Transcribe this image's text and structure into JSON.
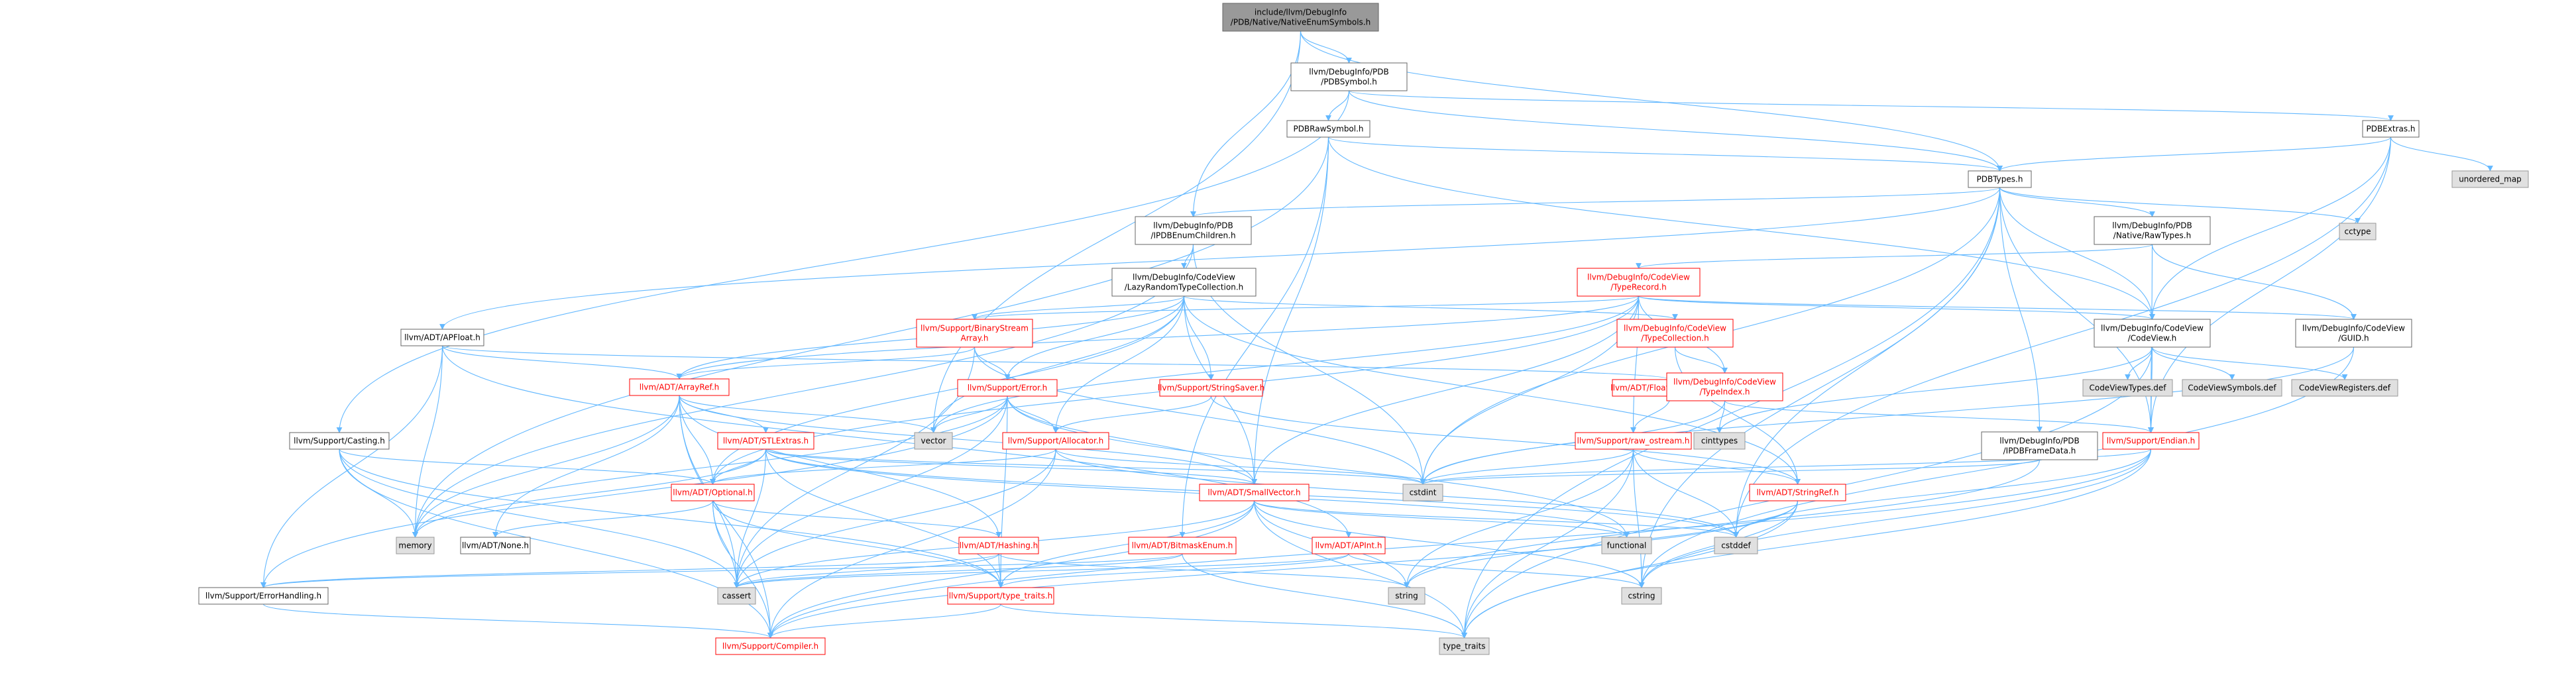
{
  "diagram": {
    "type": "include-dependency-graph",
    "colors": {
      "edge": "#63b8ff",
      "focus_fill": "#999999",
      "normal_fill": "#ffffff",
      "normal_stroke": "#666666",
      "external_fill": "#e0e0e0",
      "external_stroke": "#999999",
      "red_text": "#ff0000",
      "text": "#000000"
    },
    "nodes": [
      {
        "id": "n0",
        "lines": [
          "include/llvm/DebugInfo",
          "/PDB/Native/NativeEnumSymbols.h"
        ],
        "kind": "focus"
      },
      {
        "id": "n1",
        "lines": [
          "llvm/DebugInfo/PDB",
          "/PDBSymbol.h"
        ],
        "kind": "normal"
      },
      {
        "id": "n2",
        "lines": [
          "PDBExtras.h"
        ],
        "kind": "normal"
      },
      {
        "id": "n3",
        "lines": [
          "PDBRawSymbol.h"
        ],
        "kind": "normal"
      },
      {
        "id": "n4",
        "lines": [
          "PDBTypes.h"
        ],
        "kind": "normal"
      },
      {
        "id": "n5",
        "lines": [
          "unordered_map"
        ],
        "kind": "external"
      },
      {
        "id": "n6",
        "lines": [
          "cctype"
        ],
        "kind": "external"
      },
      {
        "id": "n7",
        "lines": [
          "llvm/DebugInfo/PDB",
          "/IPDBEnumChildren.h"
        ],
        "kind": "normal"
      },
      {
        "id": "n8",
        "lines": [
          "llvm/DebugInfo/PDB",
          "/Native/RawTypes.h"
        ],
        "kind": "normal"
      },
      {
        "id": "n9",
        "lines": [
          "llvm/DebugInfo/CodeView",
          "/TypeRecord.h"
        ],
        "kind": "red"
      },
      {
        "id": "n10",
        "lines": [
          "llvm/DebugInfo/CodeView",
          "/LazyRandomTypeCollection.h"
        ],
        "kind": "normal"
      },
      {
        "id": "n11",
        "lines": [
          "llvm/DebugInfo/CodeView",
          "/CodeView.h"
        ],
        "kind": "normal"
      },
      {
        "id": "n12",
        "lines": [
          "llvm/DebugInfo/CodeView",
          "/GUID.h"
        ],
        "kind": "normal"
      },
      {
        "id": "n13",
        "lines": [
          "llvm/ADT/APFloat.h"
        ],
        "kind": "normal"
      },
      {
        "id": "n14",
        "lines": [
          "llvm/Support/BinaryStream",
          "Array.h"
        ],
        "kind": "red"
      },
      {
        "id": "n15",
        "lines": [
          "llvm/DebugInfo/CodeView",
          "/TypeCollection.h"
        ],
        "kind": "red"
      },
      {
        "id": "n16",
        "lines": [
          "llvm/ADT/FloatingPointMode.h"
        ],
        "kind": "red"
      },
      {
        "id": "n17",
        "lines": [
          "llvm/DebugInfo/CodeView",
          "/TypeIndex.h"
        ],
        "kind": "red"
      },
      {
        "id": "n18",
        "lines": [
          "CodeViewTypes.def"
        ],
        "kind": "external"
      },
      {
        "id": "n19",
        "lines": [
          "CodeViewSymbols.def"
        ],
        "kind": "external"
      },
      {
        "id": "n20",
        "lines": [
          "CodeViewRegisters.def"
        ],
        "kind": "external"
      },
      {
        "id": "n21",
        "lines": [
          "llvm/ADT/ArrayRef.h"
        ],
        "kind": "red"
      },
      {
        "id": "n22",
        "lines": [
          "llvm/Support/Error.h"
        ],
        "kind": "red"
      },
      {
        "id": "n23",
        "lines": [
          "llvm/Support/StringSaver.h"
        ],
        "kind": "red"
      },
      {
        "id": "n24",
        "lines": [
          "llvm/Support/Casting.h"
        ],
        "kind": "normal"
      },
      {
        "id": "n25",
        "lines": [
          "llvm/ADT/STLExtras.h"
        ],
        "kind": "red"
      },
      {
        "id": "n26",
        "lines": [
          "vector"
        ],
        "kind": "external"
      },
      {
        "id": "n27",
        "lines": [
          "llvm/Support/Allocator.h"
        ],
        "kind": "red"
      },
      {
        "id": "n28",
        "lines": [
          "llvm/Support/raw_ostream.h"
        ],
        "kind": "red"
      },
      {
        "id": "n29",
        "lines": [
          "cinttypes"
        ],
        "kind": "external"
      },
      {
        "id": "n30",
        "lines": [
          "llvm/DebugInfo/PDB",
          "/IPDBFrameData.h"
        ],
        "kind": "normal"
      },
      {
        "id": "n31",
        "lines": [
          "llvm/Support/Endian.h"
        ],
        "kind": "red"
      },
      {
        "id": "n32",
        "lines": [
          "llvm/ADT/Optional.h"
        ],
        "kind": "red"
      },
      {
        "id": "n33",
        "lines": [
          "llvm/ADT/SmallVector.h"
        ],
        "kind": "red"
      },
      {
        "id": "n34",
        "lines": [
          "cstdint"
        ],
        "kind": "external"
      },
      {
        "id": "n35",
        "lines": [
          "llvm/ADT/StringRef.h"
        ],
        "kind": "red"
      },
      {
        "id": "n36",
        "lines": [
          "memory"
        ],
        "kind": "external"
      },
      {
        "id": "n37",
        "lines": [
          "llvm/ADT/None.h"
        ],
        "kind": "normal"
      },
      {
        "id": "n38",
        "lines": [
          "llvm/ADT/Hashing.h"
        ],
        "kind": "red"
      },
      {
        "id": "n39",
        "lines": [
          "llvm/ADT/BitmaskEnum.h"
        ],
        "kind": "red"
      },
      {
        "id": "n40",
        "lines": [
          "llvm/ADT/APInt.h"
        ],
        "kind": "red"
      },
      {
        "id": "n41",
        "lines": [
          "functional"
        ],
        "kind": "external"
      },
      {
        "id": "n42",
        "lines": [
          "cstddef"
        ],
        "kind": "external"
      },
      {
        "id": "n43",
        "lines": [
          "llvm/Support/ErrorHandling.h"
        ],
        "kind": "normal"
      },
      {
        "id": "n44",
        "lines": [
          "cassert"
        ],
        "kind": "external"
      },
      {
        "id": "n45",
        "lines": [
          "llvm/Support/type_traits.h"
        ],
        "kind": "red"
      },
      {
        "id": "n46",
        "lines": [
          "string"
        ],
        "kind": "external"
      },
      {
        "id": "n47",
        "lines": [
          "cstring"
        ],
        "kind": "external"
      },
      {
        "id": "n48",
        "lines": [
          "llvm/Support/Compiler.h"
        ],
        "kind": "red"
      },
      {
        "id": "n49",
        "lines": [
          "type_traits"
        ],
        "kind": "external"
      }
    ],
    "edges": [
      [
        "n0",
        "n1"
      ],
      [
        "n0",
        "n4"
      ],
      [
        "n0",
        "n7"
      ],
      [
        "n0",
        "n26"
      ],
      [
        "n1",
        "n2"
      ],
      [
        "n1",
        "n3"
      ],
      [
        "n1",
        "n4"
      ],
      [
        "n1",
        "n24"
      ],
      [
        "n2",
        "n4"
      ],
      [
        "n2",
        "n5"
      ],
      [
        "n2",
        "n11"
      ],
      [
        "n2",
        "n31"
      ],
      [
        "n2",
        "n42"
      ],
      [
        "n3",
        "n4"
      ],
      [
        "n3",
        "n11"
      ],
      [
        "n3",
        "n33"
      ],
      [
        "n3",
        "n39"
      ],
      [
        "n3",
        "n36"
      ],
      [
        "n4",
        "n6"
      ],
      [
        "n4",
        "n7"
      ],
      [
        "n4",
        "n8"
      ],
      [
        "n4",
        "n11"
      ],
      [
        "n4",
        "n13"
      ],
      [
        "n4",
        "n30"
      ],
      [
        "n4",
        "n31"
      ],
      [
        "n4",
        "n34"
      ],
      [
        "n4",
        "n42"
      ],
      [
        "n4",
        "n47"
      ],
      [
        "n4",
        "n49"
      ],
      [
        "n7",
        "n10"
      ],
      [
        "n7",
        "n34"
      ],
      [
        "n7",
        "n36"
      ],
      [
        "n8",
        "n9"
      ],
      [
        "n8",
        "n12"
      ],
      [
        "n8",
        "n31"
      ],
      [
        "n9",
        "n14"
      ],
      [
        "n9",
        "n11"
      ],
      [
        "n9",
        "n12"
      ],
      [
        "n9",
        "n17"
      ],
      [
        "n9",
        "n21"
      ],
      [
        "n9",
        "n32"
      ],
      [
        "n9",
        "n33"
      ],
      [
        "n9",
        "n34"
      ],
      [
        "n9",
        "n26"
      ],
      [
        "n9",
        "n28"
      ],
      [
        "n10",
        "n14"
      ],
      [
        "n10",
        "n15"
      ],
      [
        "n10",
        "n21"
      ],
      [
        "n10",
        "n22"
      ],
      [
        "n10",
        "n23"
      ],
      [
        "n10",
        "n27"
      ],
      [
        "n10",
        "n32"
      ],
      [
        "n10",
        "n33"
      ],
      [
        "n10",
        "n35"
      ],
      [
        "n10",
        "n26"
      ],
      [
        "n11",
        "n18"
      ],
      [
        "n11",
        "n19"
      ],
      [
        "n11",
        "n20"
      ],
      [
        "n11",
        "n29"
      ],
      [
        "n11",
        "n31"
      ],
      [
        "n11",
        "n49"
      ],
      [
        "n12",
        "n34"
      ],
      [
        "n12",
        "n47"
      ],
      [
        "n13",
        "n21"
      ],
      [
        "n13",
        "n16"
      ],
      [
        "n13",
        "n40"
      ],
      [
        "n13",
        "n43"
      ],
      [
        "n13",
        "n36"
      ],
      [
        "n14",
        "n21"
      ],
      [
        "n14",
        "n22"
      ],
      [
        "n14",
        "n44"
      ],
      [
        "n14",
        "n34"
      ],
      [
        "n15",
        "n17"
      ],
      [
        "n15",
        "n35"
      ],
      [
        "n16",
        "n28"
      ],
      [
        "n17",
        "n29"
      ],
      [
        "n17",
        "n31"
      ],
      [
        "n17",
        "n34"
      ],
      [
        "n21",
        "n25"
      ],
      [
        "n21",
        "n32"
      ],
      [
        "n21",
        "n33"
      ],
      [
        "n21",
        "n38"
      ],
      [
        "n21",
        "n37"
      ],
      [
        "n21",
        "n48"
      ],
      [
        "n21",
        "n26"
      ],
      [
        "n21",
        "n36"
      ],
      [
        "n21",
        "n44"
      ],
      [
        "n22",
        "n27"
      ],
      [
        "n22",
        "n33"
      ],
      [
        "n22",
        "n43"
      ],
      [
        "n22",
        "n45"
      ],
      [
        "n22",
        "n36"
      ],
      [
        "n22",
        "n26"
      ],
      [
        "n22",
        "n44"
      ],
      [
        "n22",
        "n41"
      ],
      [
        "n23",
        "n27"
      ],
      [
        "n23",
        "n35"
      ],
      [
        "n24",
        "n32"
      ],
      [
        "n24",
        "n45"
      ],
      [
        "n24",
        "n48"
      ],
      [
        "n24",
        "n36"
      ],
      [
        "n24",
        "n44"
      ],
      [
        "n25",
        "n32"
      ],
      [
        "n25",
        "n33"
      ],
      [
        "n25",
        "n45"
      ],
      [
        "n25",
        "n36"
      ],
      [
        "n25",
        "n44"
      ],
      [
        "n25",
        "n42"
      ],
      [
        "n25",
        "n34"
      ],
      [
        "n25",
        "n41"
      ],
      [
        "n27",
        "n32"
      ],
      [
        "n27",
        "n48"
      ],
      [
        "n27",
        "n44"
      ],
      [
        "n27",
        "n42"
      ],
      [
        "n27",
        "n34"
      ],
      [
        "n28",
        "n35"
      ],
      [
        "n28",
        "n46"
      ],
      [
        "n28",
        "n42"
      ],
      [
        "n28",
        "n49"
      ],
      [
        "n28",
        "n47"
      ],
      [
        "n28",
        "n34"
      ],
      [
        "n30",
        "n34"
      ],
      [
        "n30",
        "n46"
      ],
      [
        "n31",
        "n48"
      ],
      [
        "n31",
        "n34"
      ],
      [
        "n31",
        "n42"
      ],
      [
        "n31",
        "n49"
      ],
      [
        "n31",
        "n47"
      ],
      [
        "n32",
        "n37"
      ],
      [
        "n32",
        "n38"
      ],
      [
        "n32",
        "n45"
      ],
      [
        "n32",
        "n48"
      ],
      [
        "n32",
        "n44"
      ],
      [
        "n33",
        "n48"
      ],
      [
        "n33",
        "n45"
      ],
      [
        "n33",
        "n44"
      ],
      [
        "n33",
        "n42"
      ],
      [
        "n33",
        "n41"
      ],
      [
        "n33",
        "n49"
      ],
      [
        "n33",
        "n47"
      ],
      [
        "n33",
        "n46"
      ],
      [
        "n35",
        "n48"
      ],
      [
        "n35",
        "n46"
      ],
      [
        "n35",
        "n49"
      ],
      [
        "n35",
        "n42"
      ],
      [
        "n35",
        "n47"
      ],
      [
        "n38",
        "n43"
      ],
      [
        "n38",
        "n45"
      ],
      [
        "n38",
        "n44"
      ],
      [
        "n38",
        "n46"
      ],
      [
        "n39",
        "n43"
      ],
      [
        "n39",
        "n49"
      ],
      [
        "n39",
        "n44"
      ],
      [
        "n40",
        "n45"
      ],
      [
        "n40",
        "n44"
      ],
      [
        "n40",
        "n47"
      ],
      [
        "n43",
        "n48"
      ],
      [
        "n45",
        "n48"
      ],
      [
        "n45",
        "n49"
      ]
    ]
  }
}
